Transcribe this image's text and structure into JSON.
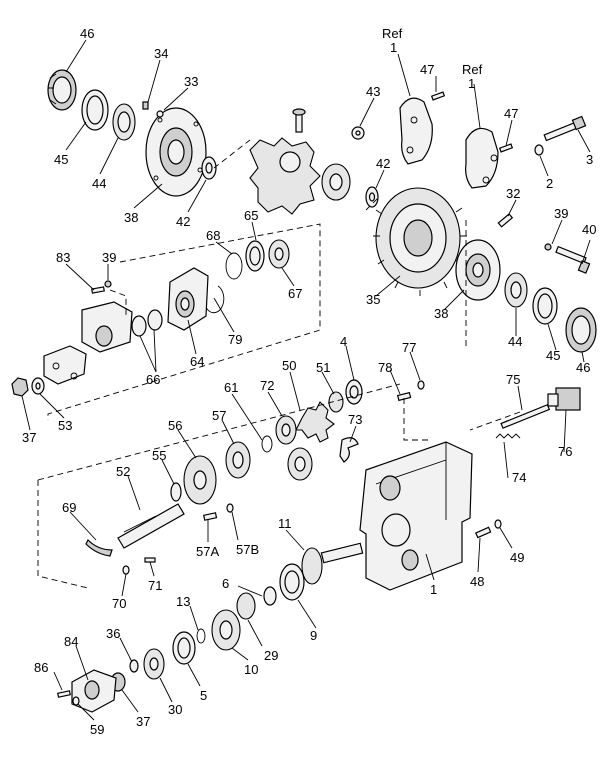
{
  "callouts": [
    {
      "id": "c46a",
      "text": "46"
    },
    {
      "id": "c34",
      "text": "34"
    },
    {
      "id": "c33",
      "text": "33"
    },
    {
      "id": "c45a",
      "text": "45"
    },
    {
      "id": "c44a",
      "text": "44"
    },
    {
      "id": "c38a",
      "text": "38"
    },
    {
      "id": "c42a",
      "text": "42"
    },
    {
      "id": "cRef1",
      "text": "Ref"
    },
    {
      "id": "c1a",
      "text": "1"
    },
    {
      "id": "c47a",
      "text": "47"
    },
    {
      "id": "c43",
      "text": "43"
    },
    {
      "id": "c42b",
      "text": "42"
    },
    {
      "id": "cRef2",
      "text": "Ref"
    },
    {
      "id": "c1b",
      "text": "1"
    },
    {
      "id": "c47b",
      "text": "47"
    },
    {
      "id": "c3",
      "text": "3"
    },
    {
      "id": "c2",
      "text": "2"
    },
    {
      "id": "c32",
      "text": "32"
    },
    {
      "id": "c39a",
      "text": "39"
    },
    {
      "id": "c40",
      "text": "40"
    },
    {
      "id": "c35",
      "text": "35"
    },
    {
      "id": "c38b",
      "text": "38"
    },
    {
      "id": "c44b",
      "text": "44"
    },
    {
      "id": "c45b",
      "text": "45"
    },
    {
      "id": "c46b",
      "text": "46"
    },
    {
      "id": "c83",
      "text": "83"
    },
    {
      "id": "c39b",
      "text": "39"
    },
    {
      "id": "c68",
      "text": "68"
    },
    {
      "id": "c65",
      "text": "65"
    },
    {
      "id": "c67",
      "text": "67"
    },
    {
      "id": "c79",
      "text": "79"
    },
    {
      "id": "c64",
      "text": "64"
    },
    {
      "id": "c66",
      "text": "66"
    },
    {
      "id": "c37a",
      "text": "37"
    },
    {
      "id": "c53",
      "text": "53"
    },
    {
      "id": "c4",
      "text": "4"
    },
    {
      "id": "c50",
      "text": "50"
    },
    {
      "id": "c51",
      "text": "51"
    },
    {
      "id": "c61",
      "text": "61"
    },
    {
      "id": "c72",
      "text": "72"
    },
    {
      "id": "c73",
      "text": "73"
    },
    {
      "id": "c77",
      "text": "77"
    },
    {
      "id": "c78",
      "text": "78"
    },
    {
      "id": "c75",
      "text": "75"
    },
    {
      "id": "c57",
      "text": "57"
    },
    {
      "id": "c56",
      "text": "56"
    },
    {
      "id": "c55",
      "text": "55"
    },
    {
      "id": "c52",
      "text": "52"
    },
    {
      "id": "c74",
      "text": "74"
    },
    {
      "id": "c76",
      "text": "76"
    },
    {
      "id": "c69",
      "text": "69"
    },
    {
      "id": "c57A",
      "text": "57A"
    },
    {
      "id": "c57B",
      "text": "57B"
    },
    {
      "id": "c11",
      "text": "11"
    },
    {
      "id": "c71",
      "text": "71"
    },
    {
      "id": "c70",
      "text": "70"
    },
    {
      "id": "c6",
      "text": "6"
    },
    {
      "id": "c1c",
      "text": "1"
    },
    {
      "id": "c48",
      "text": "48"
    },
    {
      "id": "c49",
      "text": "49"
    },
    {
      "id": "c13",
      "text": "13"
    },
    {
      "id": "c29",
      "text": "29"
    },
    {
      "id": "c9",
      "text": "9"
    },
    {
      "id": "c84",
      "text": "84"
    },
    {
      "id": "c36",
      "text": "36"
    },
    {
      "id": "c10",
      "text": "10"
    },
    {
      "id": "c86",
      "text": "86"
    },
    {
      "id": "c5",
      "text": "5"
    },
    {
      "id": "c37b",
      "text": "37"
    },
    {
      "id": "c30",
      "text": "30"
    },
    {
      "id": "c59",
      "text": "59"
    }
  ]
}
